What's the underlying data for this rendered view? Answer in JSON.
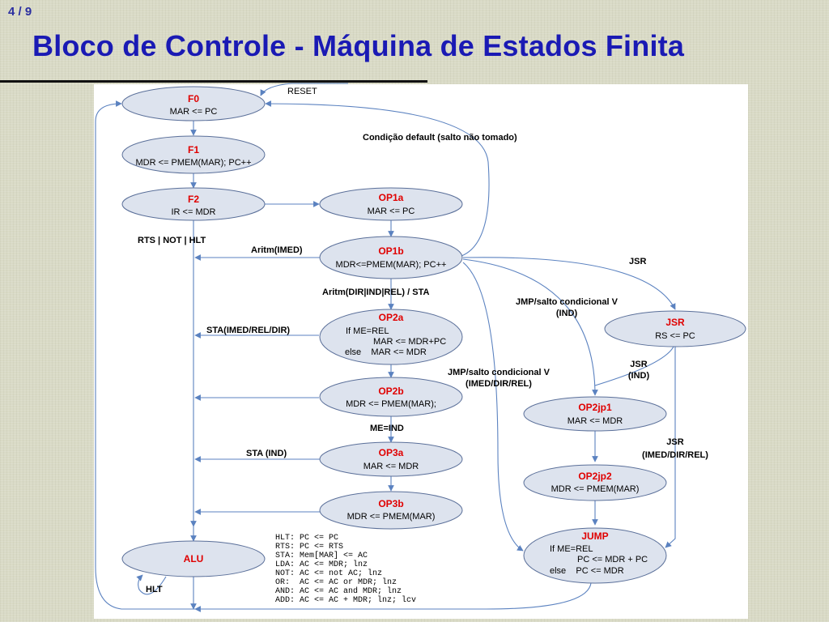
{
  "slide": {
    "page": "4 / 9",
    "title": "Bloco de Controle - Máquina de Estados Finita"
  },
  "states": {
    "F0": {
      "name": "F0",
      "lines": [
        "MAR <= PC"
      ]
    },
    "F1": {
      "name": "F1",
      "lines": [
        "MDR <= PMEM(MAR); PC++"
      ]
    },
    "F2": {
      "name": "F2",
      "lines": [
        "IR <= MDR"
      ]
    },
    "OP1a": {
      "name": "OP1a",
      "lines": [
        "MAR <= PC"
      ]
    },
    "OP1b": {
      "name": "OP1b",
      "lines": [
        "MDR<=PMEM(MAR); PC++"
      ]
    },
    "OP2a": {
      "name": "OP2a",
      "lines": [
        "If ME=REL",
        "MAR <= MDR+PC",
        "else    MAR <= MDR"
      ]
    },
    "OP2b": {
      "name": "OP2b",
      "lines": [
        "MDR <= PMEM(MAR);"
      ]
    },
    "OP3a": {
      "name": "OP3a",
      "lines": [
        "MAR <= MDR"
      ]
    },
    "OP3b": {
      "name": "OP3b",
      "lines": [
        "MDR <= PMEM(MAR)"
      ]
    },
    "ALU": {
      "name": "ALU",
      "lines": []
    },
    "JSR": {
      "name": "JSR",
      "lines": [
        "RS <= PC"
      ]
    },
    "OP2jp1": {
      "name": "OP2jp1",
      "lines": [
        "MAR <= MDR"
      ]
    },
    "OP2jp2": {
      "name": "OP2jp2",
      "lines": [
        "MDR <= PMEM(MAR)"
      ]
    },
    "JUMP": {
      "name": "JUMP",
      "lines": [
        "If ME=REL",
        "PC <= MDR + PC",
        "else    PC <= MDR"
      ]
    }
  },
  "transitions": {
    "reset": "RESET",
    "default_branch": "Condição default (salto não tomado)",
    "rts_not_hlt": "RTS | NOT | HLT",
    "aritm_imed": "Aritm(IMED)",
    "aritm_dir": "Aritm(DIR|IND|REL) / STA",
    "sta_imed": "STA(IMED/REL/DIR)",
    "me_ind": "ME=IND",
    "sta_ind": "STA (IND)",
    "hlt": "HLT",
    "jsr_top": "JSR",
    "jmp_ind": [
      "JMP/salto condicional V",
      "(IND)"
    ],
    "jmp_imed": [
      "JMP/salto condicional V",
      "(IMED/DIR/REL)"
    ],
    "jsr_ind": [
      "JSR",
      "(IND)"
    ],
    "jsr_imed": [
      "JSR",
      "(IMED/DIR/REL)"
    ]
  },
  "alu_ops": [
    "HLT: PC <= PC",
    "RTS: PC <= RTS",
    "STA: Mem[MAR] <= AC",
    "LDA: AC <= MDR; lnz",
    "NOT: AC <= not AC; lnz",
    "OR:  AC <= AC or MDR; lnz",
    "AND: AC <= AC and MDR; lnz",
    "ADD: AC <= AC + MDR; lnz; lcv"
  ],
  "colors": {
    "title": "#1a1ab4",
    "state_fill": "#dde3ee",
    "state_stroke": "#5a6f99",
    "state_name": "#e00000",
    "arrow": "#5b82c0"
  }
}
